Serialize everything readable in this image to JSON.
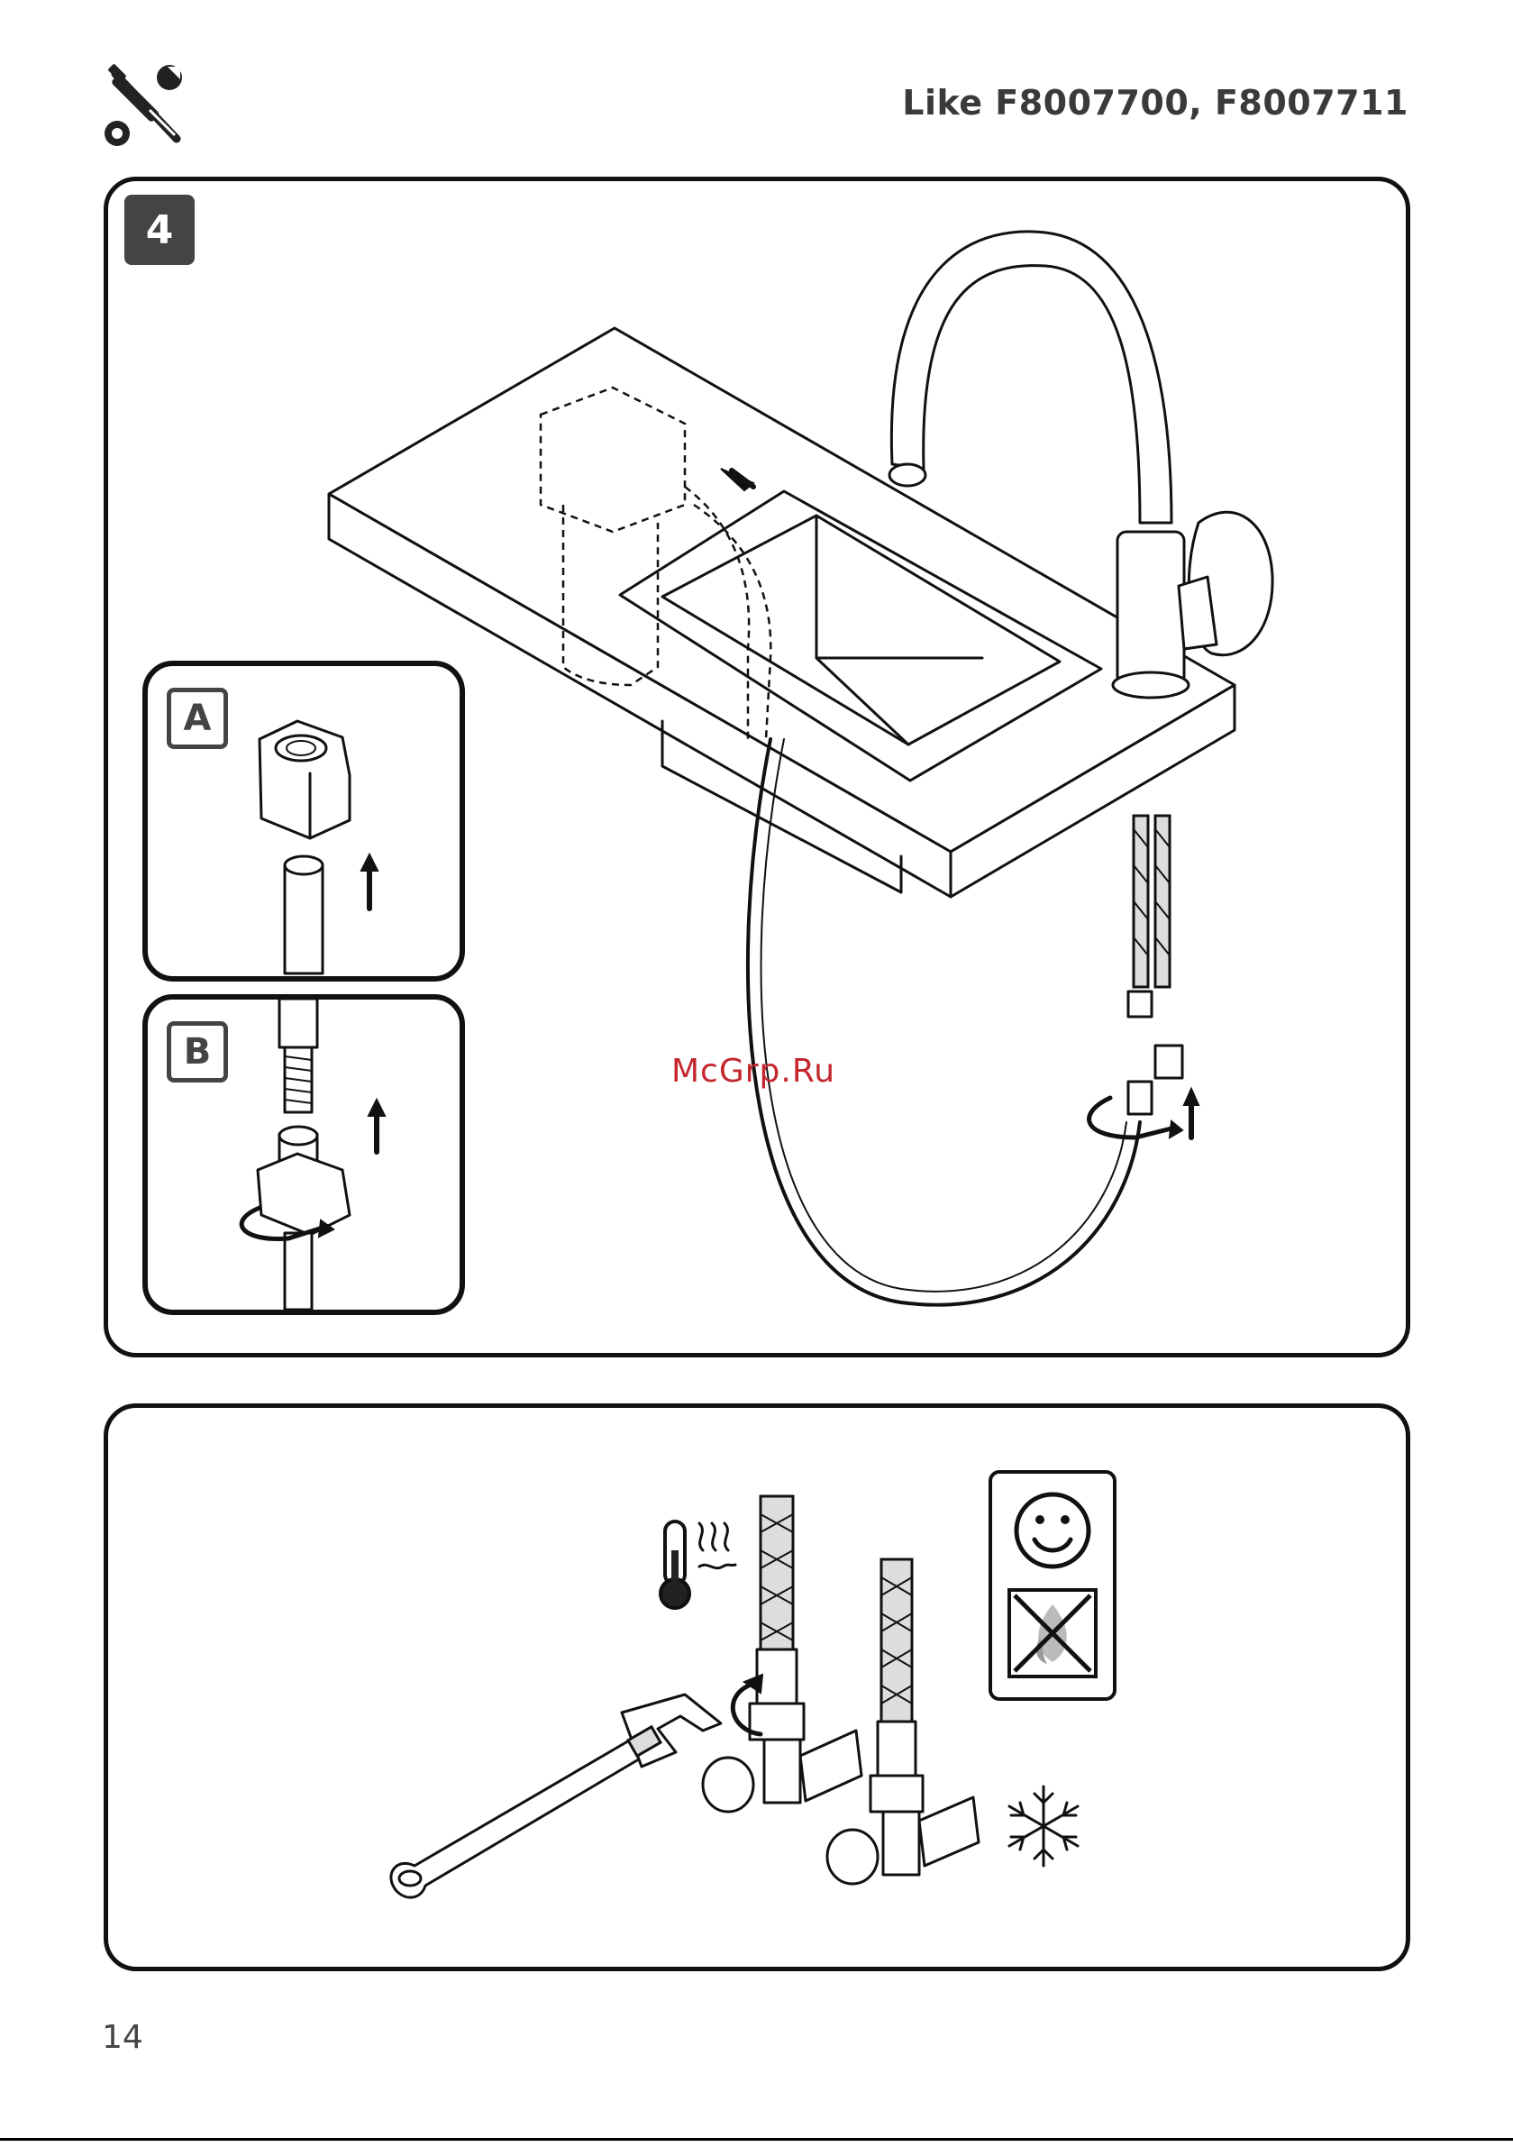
{
  "header": {
    "title": "Like F8007700, F8007711",
    "icon": "wrench-screwdriver-icon"
  },
  "step": {
    "number": "4",
    "detail_a_label": "A",
    "detail_b_label": "B"
  },
  "watermark": "McGrp.Ru",
  "footer": {
    "page_number": "14"
  },
  "icons": {
    "hot_water": "thermometer-heat-icon",
    "cold_water": "snowflake-icon",
    "ok": "smiley-face-icon",
    "no_flame": "crossed-flame-icon"
  },
  "colors": {
    "ink": "#111111",
    "badge": "#444444",
    "watermark": "#c4262e"
  }
}
